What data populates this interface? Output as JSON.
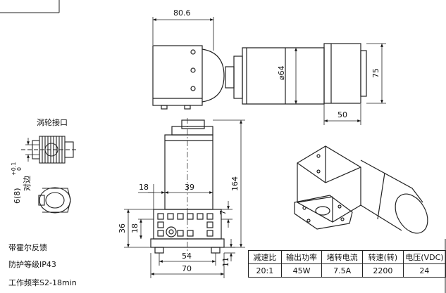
{
  "dimensions": {
    "width_top": "80.6",
    "diameter": "⌀64",
    "height_right": "75",
    "width_right": "50",
    "height_total": "164",
    "dim_18_top": "18",
    "dim_39": "39",
    "dim_36": "36",
    "dim_18_left": "18",
    "dim_7": "7",
    "dim_54": "54",
    "dim_70": "70",
    "dim_11": "11"
  },
  "worm_gear": {
    "label": "涡轮接口",
    "tolerance": "6(8)",
    "tol_upper": "+0.1",
    "tol_lower": "0",
    "flat_label": "对边"
  },
  "specs": [
    "带霍尔反馈",
    "防护等级IP43",
    "工作频率S2-18min"
  ],
  "table": {
    "headers": [
      "减速比",
      "输出功率",
      "堵转电流",
      "转速(转)",
      "电压(VDC)"
    ],
    "values": [
      "20:1",
      "45W",
      "7.5A",
      "2200",
      "24"
    ]
  }
}
